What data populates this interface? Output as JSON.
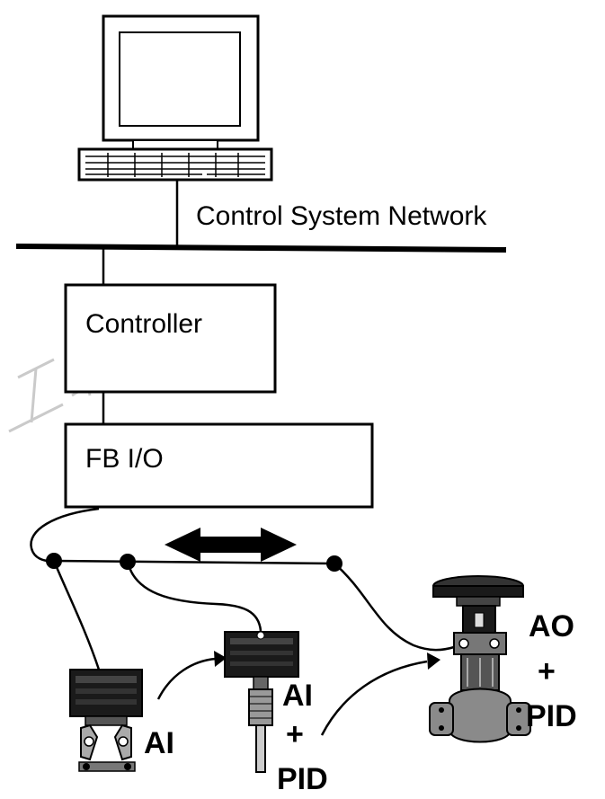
{
  "network_label": "Control System Network",
  "controller_label": "Controller",
  "fbio_label": "FB I/O",
  "transmitter_label": "AI",
  "temperature_device": {
    "line1": "AI",
    "line2": "+",
    "line3": "PID"
  },
  "valve_device": {
    "line1": "AO",
    "line2": "+",
    "line3": "PID"
  },
  "watermark": "工业》",
  "colors": {
    "ink": "#000000",
    "device_fill": "#1a1a1a",
    "valve_body": "#8a8a8a",
    "background": "#ffffff"
  }
}
